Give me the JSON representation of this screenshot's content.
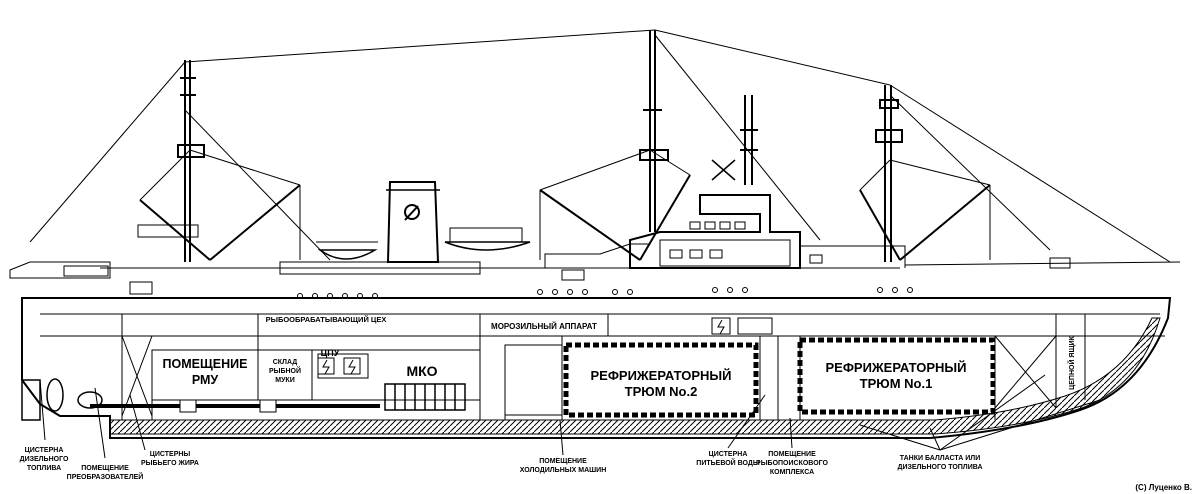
{
  "compartments": {
    "pomeshchenie_rmu_1": "ПОМЕЩЕНИЕ",
    "pomeshchenie_rmu_2": "РМУ",
    "sklad_1": "СКЛАД",
    "sklad_2": "РЫБНОЙ",
    "sklad_3": "МУКИ",
    "tsex": "РЫБООБРАБАТЫВАЮЩИЙ ЦЕХ",
    "tsp": "ЦПУ",
    "mko": "МКО",
    "freezer": "МОРОЗИЛЬНЫЙ АППАРАТ",
    "hold2_1": "РЕФРИЖЕРАТОРНЫЙ",
    "hold2_2": "ТРЮМ No.2",
    "hold1_1": "РЕФРИЖЕРАТОРНЫЙ",
    "hold1_2": "ТРЮМ No.1",
    "chain_locker": "ЦЕПНОЙ ЯЩИК"
  },
  "callouts": {
    "diesel_tank_1": "ЦИСТЕРНА",
    "diesel_tank_2": "ДИЗЕЛЬНОГО",
    "diesel_tank_3": "ТОПЛИВА",
    "converters_1": "ПОМЕЩЕНИЕ",
    "converters_2": "ПРЕОБРАЗОВАТЕЛЕЙ",
    "fish_oil_1": "ЦИСТЕРНЫ",
    "fish_oil_2": "РЫБЬЕГО ЖИРА",
    "refrig_mach_1": "ПОМЕЩЕНИЕ",
    "refrig_mach_2": "ХОЛОДИЛЬНЫХ МАШИН",
    "water_1": "ЦИСТЕРНА",
    "water_2": "ПИТЬЕВОЙ ВОДЫ",
    "fishfinder_1": "ПОМЕЩЕНИЕ",
    "fishfinder_2": "РЫБОПОИСКОВОГО",
    "fishfinder_3": "КОМПЛЕКСА",
    "ballast_1": "ТАНКИ БАЛЛАСТА ИЛИ",
    "ballast_2": "ДИЗЕЛЬНОГО ТОПЛИВА"
  },
  "credit": "(C) Луценко В.",
  "icons": [
    "hammer-sickle-icon",
    "lightning-icon"
  ]
}
